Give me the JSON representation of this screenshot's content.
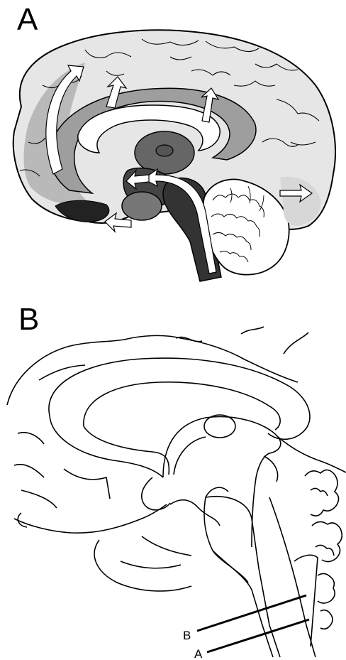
{
  "panels": [
    {
      "id": "A",
      "label": "A"
    },
    {
      "id": "B",
      "label": "B"
    }
  ],
  "section_lines": [
    {
      "label": "B"
    },
    {
      "label": "A"
    }
  ],
  "colors": {
    "cortex_light": "#e6e6e6",
    "cortex_mid": "#b9b9b9",
    "limbic_dark": "#8c8c8c",
    "deep_dark": "#555555",
    "brainstem_dark": "#333333",
    "arrow": "#ffffff",
    "line": "#000000"
  }
}
